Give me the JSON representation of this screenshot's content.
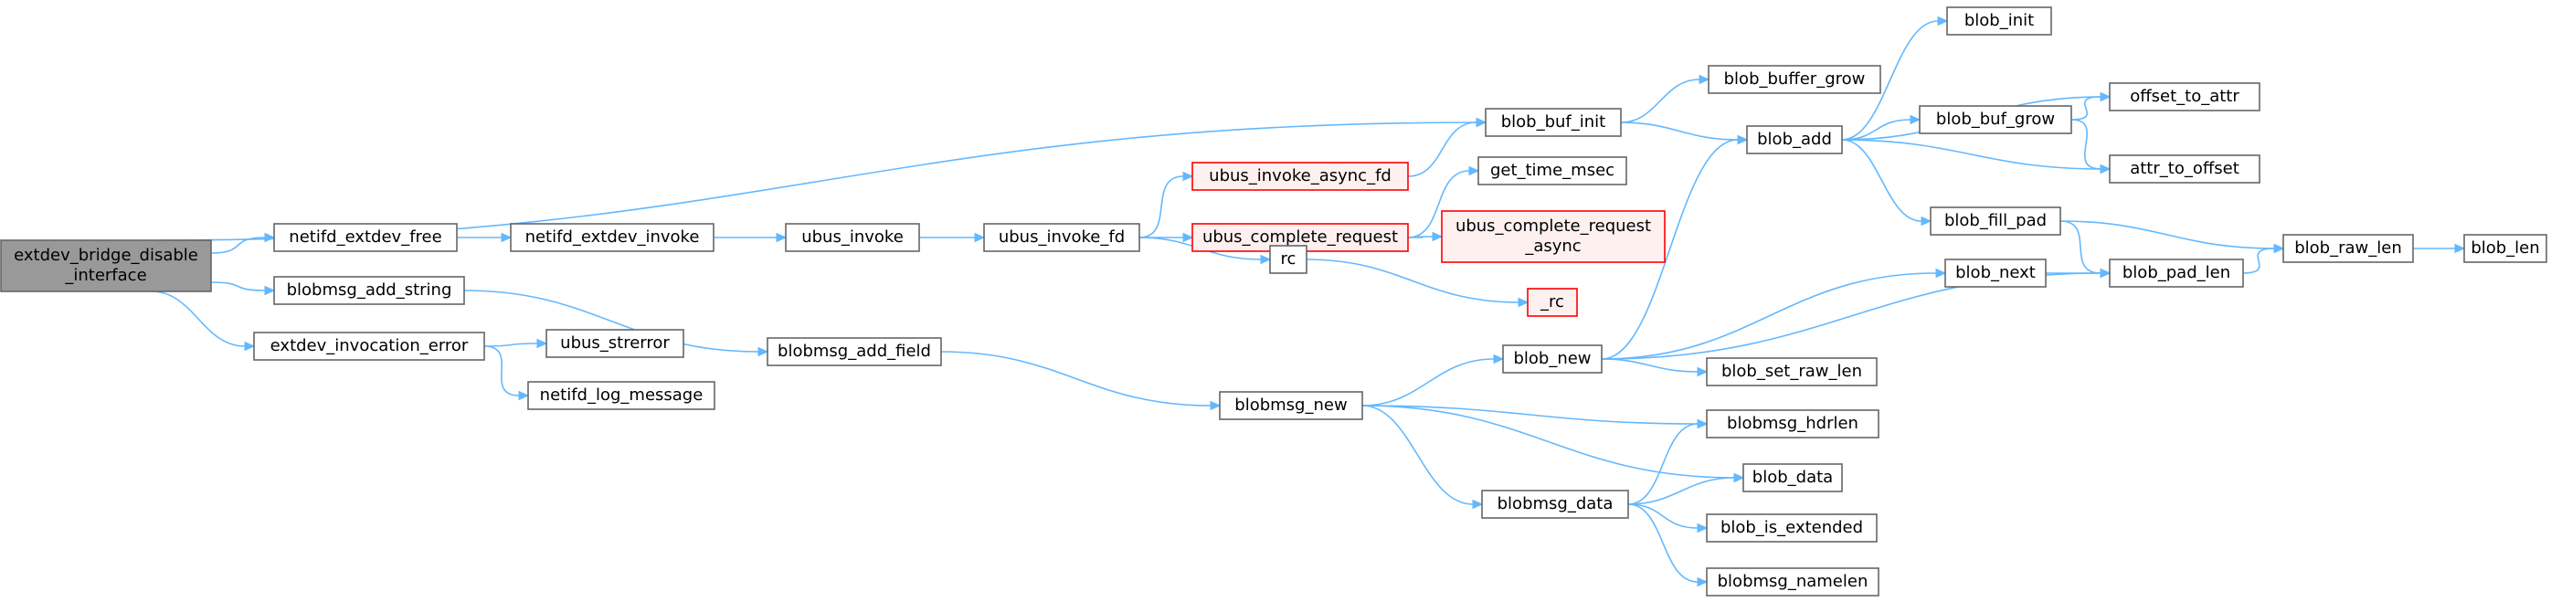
{
  "graph": {
    "title": "",
    "nodes": [
      {
        "id": "extdev_bridge_disable_interface",
        "lines": [
          "extdev_bridge_disable",
          "_interface"
        ],
        "style": "root"
      },
      {
        "id": "netifd_extdev_free",
        "lines": [
          "netifd_extdev_free"
        ],
        "style": "normal"
      },
      {
        "id": "blobmsg_add_string",
        "lines": [
          "blobmsg_add_string"
        ],
        "style": "normal"
      },
      {
        "id": "extdev_invocation_error",
        "lines": [
          "extdev_invocation_error"
        ],
        "style": "normal"
      },
      {
        "id": "netifd_extdev_invoke",
        "lines": [
          "netifd_extdev_invoke"
        ],
        "style": "normal"
      },
      {
        "id": "ubus_strerror",
        "lines": [
          "ubus_strerror"
        ],
        "style": "normal"
      },
      {
        "id": "netifd_log_message",
        "lines": [
          "netifd_log_message"
        ],
        "style": "normal"
      },
      {
        "id": "blobmsg_add_field",
        "lines": [
          "blobmsg_add_field"
        ],
        "style": "normal"
      },
      {
        "id": "ubus_invoke",
        "lines": [
          "ubus_invoke"
        ],
        "style": "normal"
      },
      {
        "id": "ubus_invoke_fd",
        "lines": [
          "ubus_invoke_fd"
        ],
        "style": "normal"
      },
      {
        "id": "ubus_invoke_async_fd",
        "lines": [
          "ubus_invoke_async_fd"
        ],
        "style": "red"
      },
      {
        "id": "ubus_complete_request",
        "lines": [
          "ubus_complete_request"
        ],
        "style": "red"
      },
      {
        "id": "rc",
        "lines": [
          "rc"
        ],
        "style": "normal"
      },
      {
        "id": "blobmsg_new",
        "lines": [
          "blobmsg_new"
        ],
        "style": "normal"
      },
      {
        "id": "blob_buf_init",
        "lines": [
          "blob_buf_init"
        ],
        "style": "normal"
      },
      {
        "id": "get_time_msec",
        "lines": [
          "get_time_msec"
        ],
        "style": "normal"
      },
      {
        "id": "ubus_complete_request_async",
        "lines": [
          "ubus_complete_request",
          "_async"
        ],
        "style": "red"
      },
      {
        "id": "_rc",
        "lines": [
          "_rc"
        ],
        "style": "red"
      },
      {
        "id": "blob_new",
        "lines": [
          "blob_new"
        ],
        "style": "normal"
      },
      {
        "id": "blobmsg_data",
        "lines": [
          "blobmsg_data"
        ],
        "style": "normal"
      },
      {
        "id": "blob_buffer_grow",
        "lines": [
          "blob_buffer_grow"
        ],
        "style": "normal"
      },
      {
        "id": "blob_add",
        "lines": [
          "blob_add"
        ],
        "style": "normal"
      },
      {
        "id": "blob_set_raw_len",
        "lines": [
          "blob_set_raw_len"
        ],
        "style": "normal"
      },
      {
        "id": "blobmsg_hdrlen",
        "lines": [
          "blobmsg_hdrlen"
        ],
        "style": "normal"
      },
      {
        "id": "blob_data",
        "lines": [
          "blob_data"
        ],
        "style": "normal"
      },
      {
        "id": "blob_is_extended",
        "lines": [
          "blob_is_extended"
        ],
        "style": "normal"
      },
      {
        "id": "blobmsg_namelen",
        "lines": [
          "blobmsg_namelen"
        ],
        "style": "normal"
      },
      {
        "id": "blob_init",
        "lines": [
          "blob_init"
        ],
        "style": "normal"
      },
      {
        "id": "blob_buf_grow",
        "lines": [
          "blob_buf_grow"
        ],
        "style": "normal"
      },
      {
        "id": "blob_fill_pad",
        "lines": [
          "blob_fill_pad"
        ],
        "style": "normal"
      },
      {
        "id": "blob_next",
        "lines": [
          "blob_next"
        ],
        "style": "normal"
      },
      {
        "id": "offset_to_attr",
        "lines": [
          "offset_to_attr"
        ],
        "style": "normal"
      },
      {
        "id": "attr_to_offset",
        "lines": [
          "attr_to_offset"
        ],
        "style": "normal"
      },
      {
        "id": "blob_pad_len",
        "lines": [
          "blob_pad_len"
        ],
        "style": "normal"
      },
      {
        "id": "blob_raw_len",
        "lines": [
          "blob_raw_len"
        ],
        "style": "normal"
      },
      {
        "id": "blob_len",
        "lines": [
          "blob_len"
        ],
        "style": "normal"
      }
    ],
    "edges": [
      [
        "extdev_bridge_disable_interface",
        "blob_buf_init"
      ],
      [
        "extdev_bridge_disable_interface",
        "netifd_extdev_free"
      ],
      [
        "extdev_bridge_disable_interface",
        "blobmsg_add_string"
      ],
      [
        "extdev_bridge_disable_interface",
        "extdev_invocation_error"
      ],
      [
        "netifd_extdev_free",
        "netifd_extdev_invoke"
      ],
      [
        "netifd_extdev_invoke",
        "ubus_invoke"
      ],
      [
        "ubus_invoke",
        "ubus_invoke_fd"
      ],
      [
        "ubus_invoke_fd",
        "ubus_invoke_async_fd"
      ],
      [
        "ubus_invoke_fd",
        "ubus_complete_request"
      ],
      [
        "ubus_invoke_fd",
        "rc"
      ],
      [
        "ubus_invoke_async_fd",
        "blob_buf_init"
      ],
      [
        "ubus_complete_request",
        "get_time_msec"
      ],
      [
        "ubus_complete_request",
        "ubus_complete_request_async"
      ],
      [
        "rc",
        "_rc"
      ],
      [
        "blobmsg_add_string",
        "blobmsg_add_field"
      ],
      [
        "blobmsg_add_field",
        "blobmsg_new"
      ],
      [
        "extdev_invocation_error",
        "ubus_strerror"
      ],
      [
        "extdev_invocation_error",
        "netifd_log_message"
      ],
      [
        "blob_buf_init",
        "blob_buffer_grow"
      ],
      [
        "blob_buf_init",
        "blob_add"
      ],
      [
        "blobmsg_new",
        "blob_new"
      ],
      [
        "blobmsg_new",
        "blobmsg_hdrlen"
      ],
      [
        "blobmsg_new",
        "blob_data"
      ],
      [
        "blobmsg_new",
        "blobmsg_data"
      ],
      [
        "blob_new",
        "blob_add"
      ],
      [
        "blob_new",
        "blob_next"
      ],
      [
        "blob_new",
        "blob_pad_len"
      ],
      [
        "blob_new",
        "blob_set_raw_len"
      ],
      [
        "blobmsg_data",
        "blobmsg_hdrlen"
      ],
      [
        "blobmsg_data",
        "blob_data"
      ],
      [
        "blobmsg_data",
        "blob_is_extended"
      ],
      [
        "blobmsg_data",
        "blobmsg_namelen"
      ],
      [
        "blob_add",
        "blob_init"
      ],
      [
        "blob_add",
        "offset_to_attr"
      ],
      [
        "blob_add",
        "blob_buf_grow"
      ],
      [
        "blob_add",
        "attr_to_offset"
      ],
      [
        "blob_add",
        "blob_fill_pad"
      ],
      [
        "blob_buf_grow",
        "offset_to_attr"
      ],
      [
        "blob_buf_grow",
        "attr_to_offset"
      ],
      [
        "blob_fill_pad",
        "blob_raw_len"
      ],
      [
        "blob_fill_pad",
        "blob_pad_len"
      ],
      [
        "blob_next",
        "blob_pad_len"
      ],
      [
        "blob_pad_len",
        "blob_raw_len"
      ],
      [
        "blob_raw_len",
        "blob_len"
      ]
    ]
  },
  "colors": {
    "edge": "#63b8ff",
    "node_border": "#666666",
    "root_fill": "#999999",
    "red_border": "#ff0000",
    "red_fill": "#fff0f0"
  }
}
